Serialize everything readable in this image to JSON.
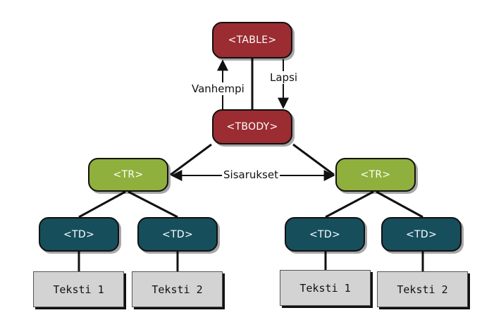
{
  "nodes": {
    "table": "<TABLE>",
    "tbody": "<TBODY>",
    "tr_left": "<TR>",
    "tr_right": "<TR>",
    "td_1": "<TD>",
    "td_2": "<TD>",
    "td_3": "<TD>",
    "td_4": "<TD>",
    "text_1": "Teksti 1",
    "text_2": "Teksti 2",
    "text_3": "Teksti 1",
    "text_4": "Teksti 2"
  },
  "labels": {
    "parent": "Vanhempi",
    "child": "Lapsi",
    "siblings": "Sisarukset"
  },
  "colors": {
    "table_tbody": "#9b2c32",
    "tr": "#8fb03c",
    "td": "#164e5c",
    "text_box": "#d3d3d3"
  }
}
